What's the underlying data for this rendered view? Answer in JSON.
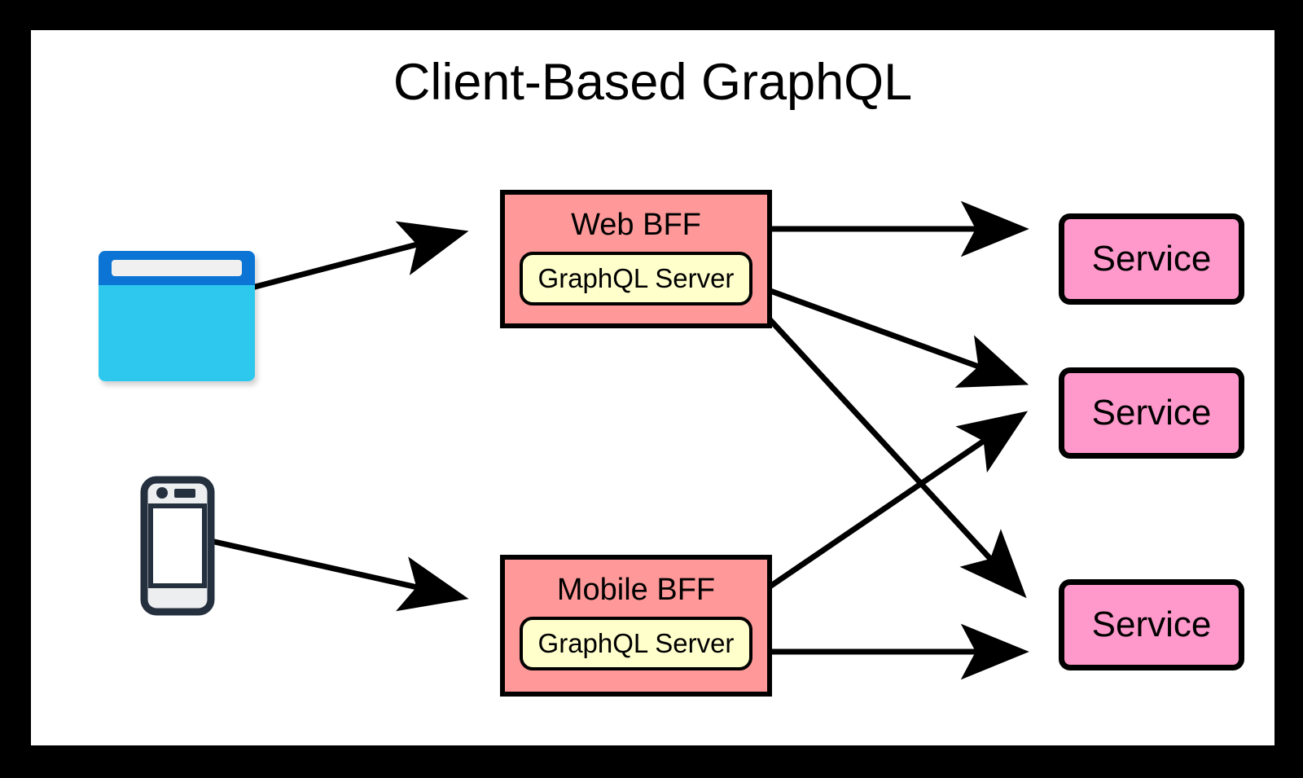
{
  "diagram": {
    "title": "Client-Based GraphQL",
    "frame_color": "#000000",
    "canvas_color": "#ffffff"
  },
  "palette": {
    "bff_fill": "#ff9999",
    "inner_fill": "#ffffcc",
    "service_fill": "#ff99cc",
    "stroke": "#000000",
    "browser_titlebar": "#0b74d4",
    "browser_addressbar": "#f0f0f0",
    "browser_body": "#2ec8ee",
    "phone_stroke": "#25303f",
    "phone_screen": "#ffffff",
    "phone_bezel": "#eceef0"
  },
  "clients": [
    {
      "id": "web-client",
      "icon": "browser-window-icon",
      "label": ""
    },
    {
      "id": "mobile-client",
      "icon": "mobile-phone-icon",
      "label": ""
    }
  ],
  "bffs": [
    {
      "id": "web-bff",
      "title": "Web BFF",
      "inner": "GraphQL Server"
    },
    {
      "id": "mobile-bff",
      "title": "Mobile BFF",
      "inner": "GraphQL Server"
    }
  ],
  "services": [
    {
      "id": "service-1",
      "label": "Service"
    },
    {
      "id": "service-2",
      "label": "Service"
    },
    {
      "id": "service-3",
      "label": "Service"
    }
  ],
  "edges": [
    {
      "from": "web-client",
      "to": "web-bff",
      "style": "solid-arrow"
    },
    {
      "from": "mobile-client",
      "to": "mobile-bff",
      "style": "solid-arrow"
    },
    {
      "from": "web-bff",
      "to": "service-1",
      "style": "solid-arrow"
    },
    {
      "from": "web-bff",
      "to": "service-2",
      "style": "solid-arrow"
    },
    {
      "from": "web-bff",
      "to": "service-3",
      "style": "solid-arrow"
    },
    {
      "from": "mobile-bff",
      "to": "service-2",
      "style": "solid-arrow"
    },
    {
      "from": "mobile-bff",
      "to": "service-3",
      "style": "solid-arrow"
    }
  ]
}
